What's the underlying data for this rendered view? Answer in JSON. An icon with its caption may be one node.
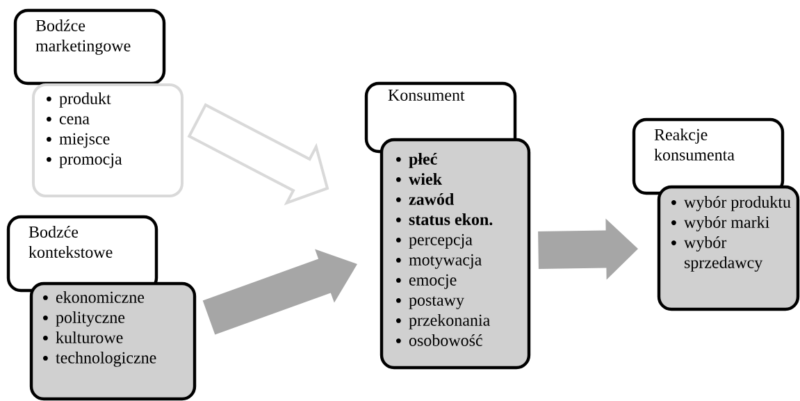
{
  "diagram": {
    "nodes": [
      {
        "text": [
          "Bodźce marketingowe"
        ]
      },
      {
        "text": [
          "produkt",
          "cena",
          "miejsce",
          "promocja"
        ]
      },
      {
        "text": [
          "Bodzće kontekstowe"
        ]
      },
      {
        "text": [
          "ekonomiczne",
          "polityczne",
          "kulturowe",
          "technologiczne"
        ]
      },
      {
        "text": [
          "Konsument"
        ]
      },
      {
        "text": [
          "**płeć**",
          "**wiek**",
          "**zawód**",
          "**status ekon.**",
          "percepcja",
          "motywacja",
          "emocje",
          "postawy",
          "przekonania",
          "osobowość"
        ]
      },
      {
        "text": [
          "Reakcje konsumenta"
        ]
      },
      {
        "text": [
          "wybór produktu",
          "wybór marki",
          "wybór sprzedawcy"
        ]
      }
    ],
    "edges": [
      {
        "from": 1,
        "to": 5,
        "arrow": "to",
        "color": "#d9d9d9"
      },
      {
        "from": 3,
        "to": 5,
        "arrow": "to"
      },
      {
        "from": 5,
        "to": 7,
        "arrow": "to"
      }
    ]
  }
}
